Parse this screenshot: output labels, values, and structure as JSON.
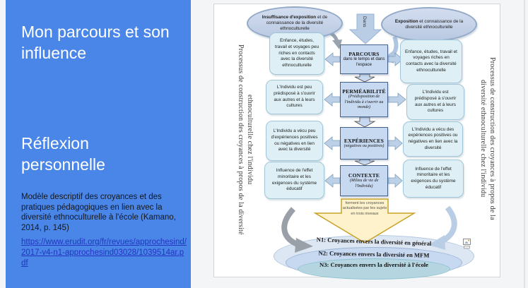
{
  "slide": {
    "title": "Mon parcours et son influence",
    "subtitle": "Réflexion personnelle",
    "body": "Modèle descriptif des croyances et des pratiques pédagogiques en lien avec la diversité ethnoculturelle à l'école (Kamano, 2014, p. 145)",
    "link": "https://www.erudit.org/fr/revues/approchesind/2017-v4-n1-approchesind03028/1039514ar.pdf"
  },
  "diagram": {
    "vertical_left": {
      "line1": "Processus de construction des croyances à propos de la diversité",
      "line2": "ethnoculturelle chez l'individu"
    },
    "vertical_right": {
      "line1": "diversité ethnoculturelle chez l'individu",
      "line2": "Processus de construction des croyances à propos de la"
    },
    "top_left_ellipse": {
      "bold": "Insuffisance d'exposition",
      "rest": " et de connaissance de la diversité ethnoculturelle"
    },
    "top_right_ellipse": {
      "bold": "Exposition",
      "rest": " et connaissance de la diversité ethnoculturelle"
    },
    "dans_label": "Dans",
    "center_boxes": [
      {
        "title": "PARCOURS",
        "sub": "dans le temps et dans l'espace"
      },
      {
        "title": "PERMÉABILITÉ",
        "sub": "(Prédisposition de l'individu à s'ouvrir au monde)"
      },
      {
        "title": "EXPÉRIENCES",
        "sub": "(négatives ou positives)"
      },
      {
        "title": "CONTEXTE",
        "sub": "(Milieu de vie de l'Individu)"
      }
    ],
    "left_boxes": [
      "Enfance, études, travail et voyages peu riches en contacts avec la diversité ethnoculturelle",
      "L'Individu est peu prédisposé à s'ouvrir aux autres et à leurs cultures",
      "L'Individu a vécu peu d'expériences positives ou négatives en lien avec la diversité",
      "Influence de l'effet minoritaire et les exigences du système éducatif"
    ],
    "right_boxes": [
      "Enfance, études, travail et voyages riches en contacts avec la diversité ethnoculturelle",
      "L'Individu est prédisposé à s'ouvrir aux autres et à leurs cultures",
      "L'Individu a vécu des expériences positives ou négatives en lien avec la diversité",
      "Influence de l'effet minoritaire et les exigences du système éducatif"
    ],
    "yellow_arrow_text": "forment les croyances actualisées par les sujets en trois niveaux",
    "levels": [
      "N1: Croyances envers la diversité en général",
      "N2: Croyances envers la diversité en MFM",
      "N3: Croyances envers la diversité à l'école"
    ],
    "icons": {
      "broken_image": "broken-image-icon"
    }
  },
  "colors": {
    "panel_blue": "#4a86e8",
    "link_color": "#2433c0",
    "side_box_fill": "#def0f5",
    "side_box_border": "#9fc6d8",
    "center_fill": "#c7d9f0",
    "center_border": "#44628c",
    "arrow_fill": "#bcd0e8",
    "arrow_border": "#7f9db9",
    "yellow_fill": "#fdf2cc",
    "yellow_border": "#c9a227",
    "level1_fill": "#dde7f3",
    "level2_fill": "#c7d9f0",
    "level3_fill": "#b5d5e0"
  }
}
